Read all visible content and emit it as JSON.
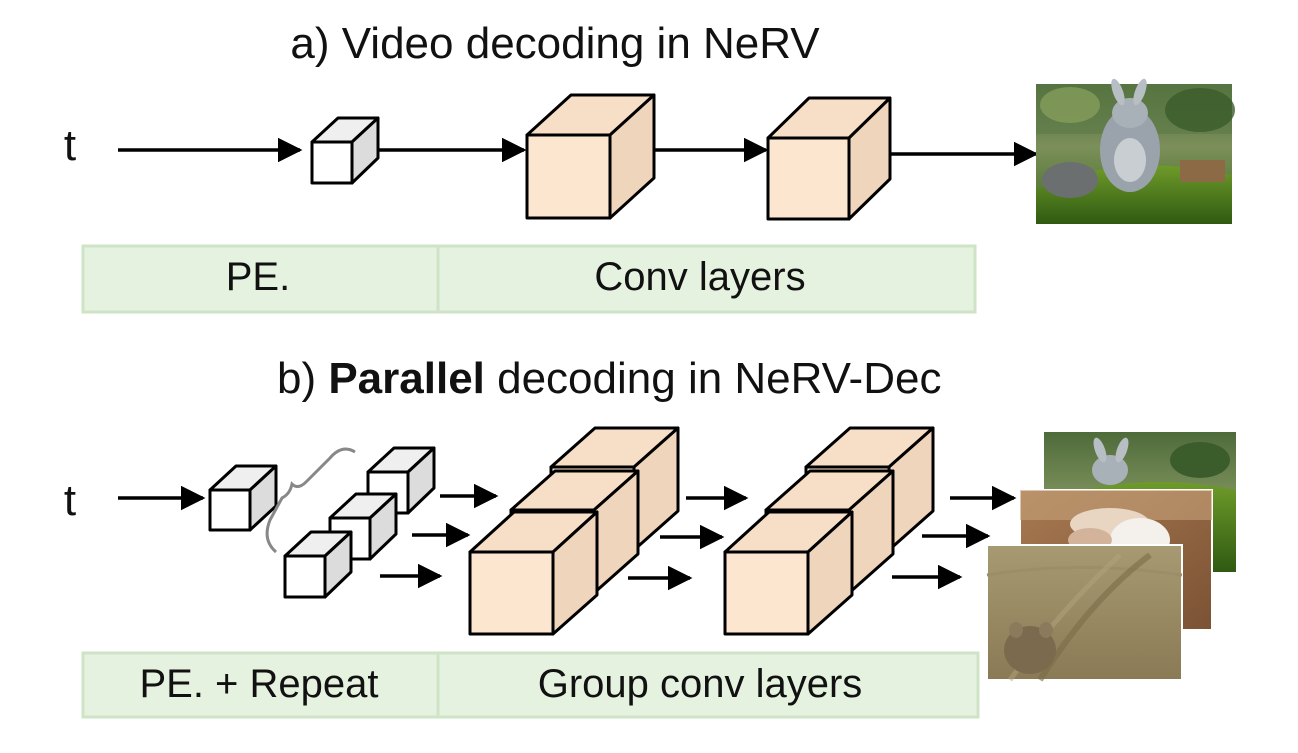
{
  "section_a": {
    "title": "a) Video decoding in NeRV",
    "input_label": "t",
    "stages": [
      "PE.",
      "Conv layers"
    ]
  },
  "section_b": {
    "title_prefix": "b) ",
    "title_bold": "Parallel",
    "title_suffix": " decoding in NeRV-Dec",
    "input_label": "t",
    "stages": [
      "PE. + Repeat",
      "Group conv layers"
    ]
  },
  "colors": {
    "stage_fill": "#e6f2e0",
    "stage_border": "#cfe3c6",
    "cube_front": "#fde6cf",
    "cube_side": "#f0d5bd",
    "cube_top": "#f7dec6",
    "small_cube_front": "#ffffff",
    "small_cube_side": "#dcdcdc",
    "small_cube_top": "#efefef"
  }
}
